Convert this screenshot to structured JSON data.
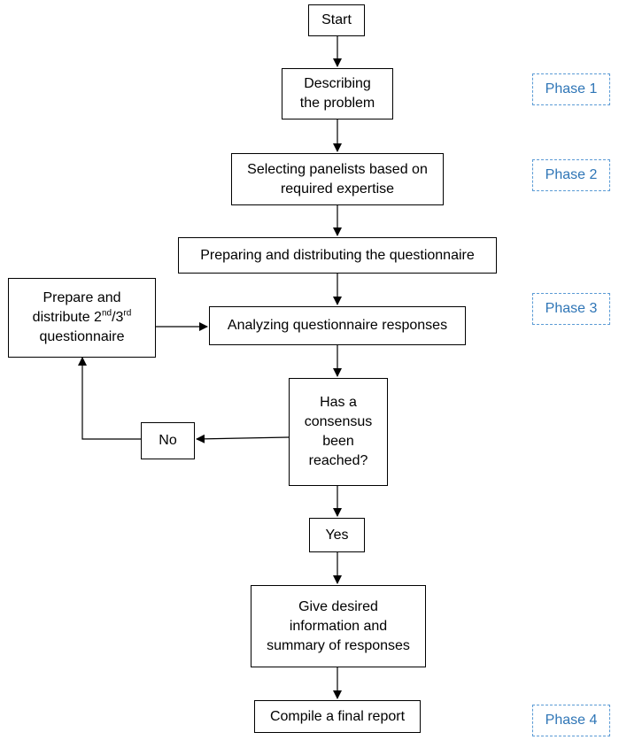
{
  "flowchart": {
    "start": "Start",
    "describe": [
      "Describing",
      "the problem"
    ],
    "select": [
      "Selecting panelists based on",
      "required expertise"
    ],
    "prepare": "Preparing and distributing the questionnaire",
    "analyze": "Analyzing questionnaire responses",
    "consensus": [
      "Has a",
      "consensus",
      "been",
      "reached?"
    ],
    "no": "No",
    "yes": "Yes",
    "redistribute": {
      "line1": "Prepare and",
      "line2_prefix": "distribute 2",
      "sup1": "nd",
      "slash": "/3",
      "sup2": "rd",
      "line3": "questionnaire"
    },
    "give": [
      "Give desired",
      "information and",
      "summary of responses"
    ],
    "compile": "Compile a final report"
  },
  "phases": [
    "Phase 1",
    "Phase 2",
    "Phase 3",
    "Phase 4"
  ],
  "colors": {
    "phase_border": "#5b9bd5",
    "phase_text": "#2e75b6",
    "line": "#000000"
  }
}
